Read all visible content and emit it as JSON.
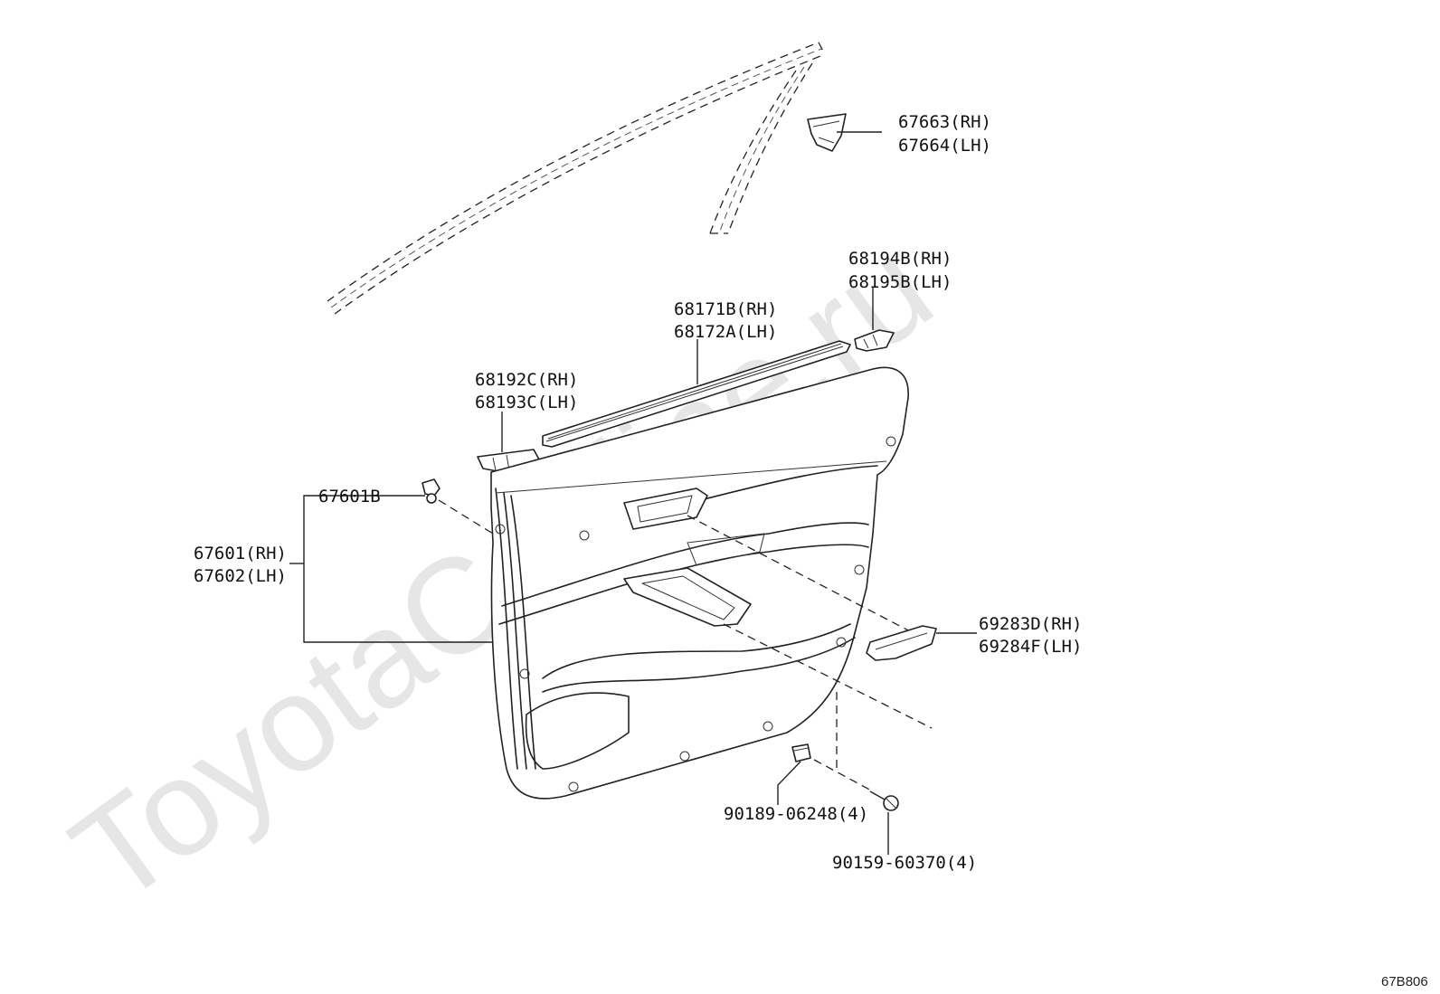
{
  "watermark": "ToyotaCarlline.ru",
  "diagram_code": "67B806",
  "parts": {
    "p67663": "67663(RH)",
    "p67664": "67664(LH)",
    "p68194": "68194B(RH)",
    "p68195": "68195B(LH)",
    "p68171": "68171B(RH)",
    "p68172": "68172A(LH)",
    "p68192": "68192C(RH)",
    "p68193": "68193C(LH)",
    "p67601b": "67601B",
    "p67601": "67601(RH)",
    "p67602": "67602(LH)",
    "p69283": "69283D(RH)",
    "p69284": "69284F(LH)",
    "p90189": "90189-06248(4)",
    "p90159": "90159-60370(4)"
  }
}
